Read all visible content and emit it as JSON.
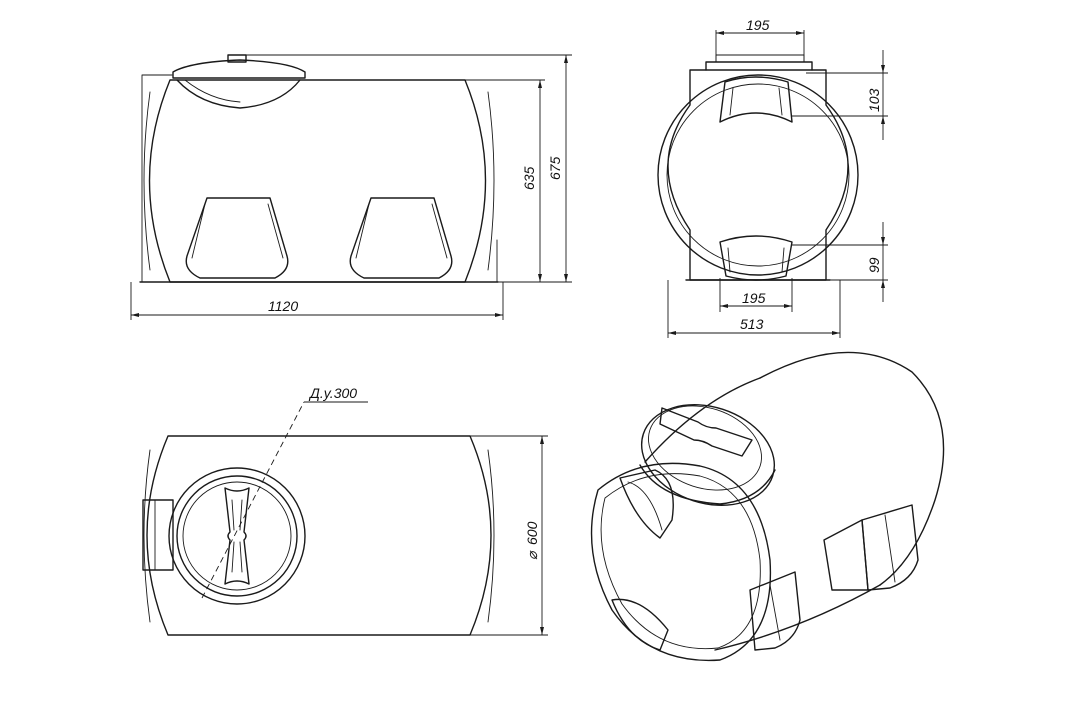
{
  "colors": {
    "line": "#1a1a1a",
    "background": "#ffffff"
  },
  "dimensions": {
    "length": "1120",
    "height_body": "635",
    "height_total": "675",
    "neck_width_top": "195",
    "neck_height_top": "103",
    "foot_width_bottom": "195",
    "foot_height_bottom": "99",
    "width": "513",
    "diameter_symbol": "⌀",
    "diameter": "600",
    "nominal_bore": "Д.у.300"
  }
}
